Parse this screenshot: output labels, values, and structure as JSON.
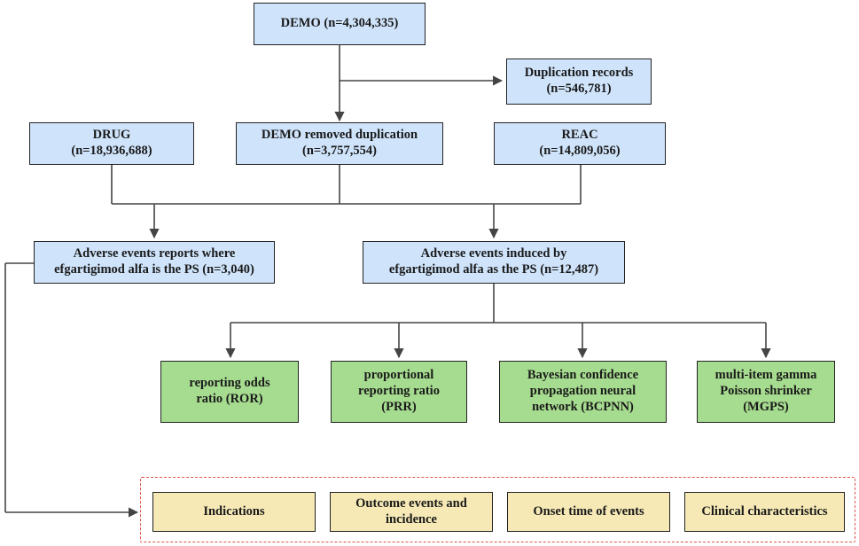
{
  "colors": {
    "data_box": "#cfe4fb",
    "method_box": "#a6dc8f",
    "analysis_box": "#f6e9b6",
    "group_border": "#e0524a",
    "line": "#444444"
  },
  "boxes": {
    "demo": [
      "DEMO (n=4,304,335)"
    ],
    "duplication": [
      "Duplication records",
      "(n=546,781)"
    ],
    "drug": [
      "DRUG",
      "(n=18,936,688)"
    ],
    "demo_removed": [
      "DEMO removed duplication",
      "(n=3,757,554)"
    ],
    "reac": [
      "REAC",
      "(n=14,809,056)"
    ],
    "reports_ps": [
      "Adverse events reports where",
      "efgartigimod alfa is the PS (n=3,040)"
    ],
    "induced_ps": [
      "Adverse events induced by",
      "efgartigimod alfa as the PS (n=12,487)"
    ],
    "ror": [
      "reporting odds",
      "ratio (ROR)"
    ],
    "prr": [
      "proportional",
      "reporting ratio",
      "(PRR)"
    ],
    "bcpnn": [
      "Bayesian confidence",
      "propagation neural",
      "network (BCPNN)"
    ],
    "mgps": [
      "multi-item gamma",
      "Poisson shrinker",
      "(MGPS)"
    ],
    "indications": [
      "Indications"
    ],
    "outcome": [
      "Outcome events and",
      "incidence"
    ],
    "onset": [
      "Onset time of events"
    ],
    "clinical": [
      "Clinical characteristics"
    ]
  }
}
